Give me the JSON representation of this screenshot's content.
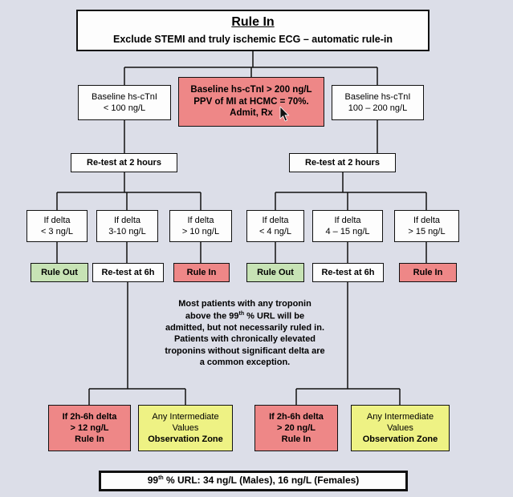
{
  "page": {
    "bg": "#dcdee8"
  },
  "colors": {
    "red": "#ee8787",
    "green": "#c7e3b5",
    "yellow": "#eef284",
    "white": "#fdfdfd"
  },
  "header": {
    "title": "Rule In",
    "subtitle": "Exclude STEMI and truly ischemic ECG – automatic rule-in"
  },
  "baseline": {
    "low": {
      "line1": "Baseline hs-cTnI",
      "line2": "< 100 ng/L"
    },
    "high": {
      "line1": "Baseline hs-cTnI > 200 ng/L",
      "line2": "PPV of MI at HCMC = 70%.",
      "line3": "Admit, Rx"
    },
    "mid": {
      "line1": "Baseline hs-cTnI",
      "line2": "100 – 200 ng/L"
    }
  },
  "retest2h": {
    "left": "Re-test at 2 hours",
    "right": "Re-test at 2 hours"
  },
  "delta": {
    "left": [
      {
        "line1": "If delta",
        "line2": "< 3 ng/L"
      },
      {
        "line1": "If delta",
        "line2": "3-10 ng/L"
      },
      {
        "line1": "If delta",
        "line2": "> 10 ng/L"
      }
    ],
    "right": [
      {
        "line1": "If delta",
        "line2": "< 4 ng/L"
      },
      {
        "line1": "If delta",
        "line2": "4 – 15 ng/L"
      },
      {
        "line1": "If delta",
        "line2": "> 15 ng/L"
      }
    ]
  },
  "outcome": {
    "left": [
      "Rule Out",
      "Re-test at 6h",
      "Rule In"
    ],
    "right": [
      "Rule Out",
      "Re-test at 6h",
      "Rule In"
    ]
  },
  "note": {
    "line1": "Most patients with any troponin",
    "line2a": "above the 99",
    "sup": "th",
    "line2b": " % URL will be",
    "line3": "admitted, but not necessarily ruled in.",
    "line4": "Patients with chronically elevated",
    "line5": "troponins without significant delta are",
    "line6": "a common exception."
  },
  "final": {
    "left_red": {
      "line1": "If 2h-6h delta",
      "line2": "> 12 ng/L",
      "line3": "Rule In"
    },
    "left_yellow": {
      "line1": "Any Intermediate",
      "line2": "Values",
      "line3": "Observation Zone"
    },
    "right_red": {
      "line1": "If 2h-6h delta",
      "line2": "> 20 ng/L",
      "line3": "Rule In"
    },
    "right_yellow": {
      "line1": "Any Intermediate",
      "line2": "Values",
      "line3": "Observation Zone"
    }
  },
  "footer": {
    "part1": "99",
    "sup": "th",
    "part2": " % URL: 34 ng/L (Males), 16 ng/L (Females)"
  }
}
